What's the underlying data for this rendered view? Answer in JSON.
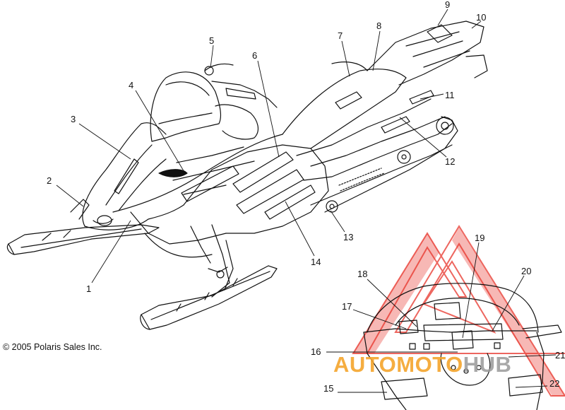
{
  "callouts": [
    {
      "label": "1"
    },
    {
      "label": "2"
    },
    {
      "label": "3"
    },
    {
      "label": "4"
    },
    {
      "label": "5"
    },
    {
      "label": "6"
    },
    {
      "label": "7"
    },
    {
      "label": "8"
    },
    {
      "label": "9"
    },
    {
      "label": "10"
    },
    {
      "label": "11"
    },
    {
      "label": "12"
    },
    {
      "label": "13"
    },
    {
      "label": "14"
    },
    {
      "label": "15"
    },
    {
      "label": "16"
    },
    {
      "label": "17"
    },
    {
      "label": "18"
    },
    {
      "label": "19"
    },
    {
      "label": "20"
    },
    {
      "label": "21"
    },
    {
      "label": "22"
    }
  ],
  "copyright": "© 2005 Polaris Sales Inc.",
  "watermark": {
    "part_a": "AUTOMOTO",
    "part_b": "HUB",
    "color_a": "#f4a52c",
    "color_b": "#9a9a9a",
    "logo_color": "#e8342a"
  }
}
